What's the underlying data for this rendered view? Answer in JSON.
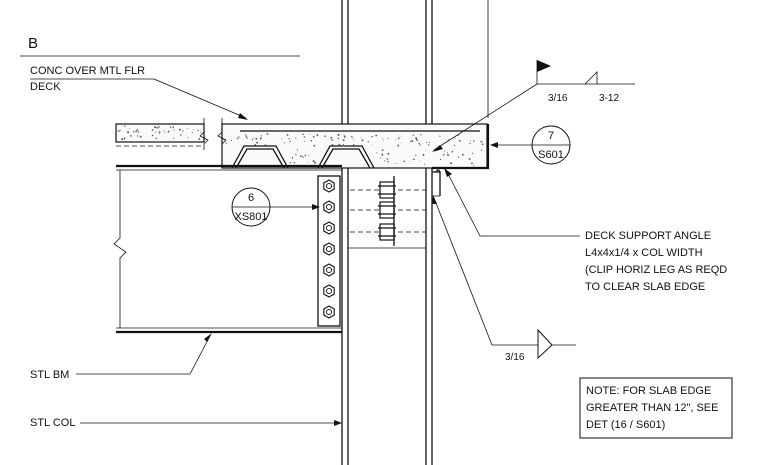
{
  "detail_letter": "B",
  "callouts": {
    "deck": [
      "CONC OVER MTL FLR",
      "DECK"
    ],
    "angle": [
      "DECK SUPPORT ANGLE",
      "L4x4x1/4 x COL WIDTH",
      "(CLIP HORIZ LEG AS REQD",
      "TO CLEAR SLAB EDGE"
    ],
    "beam": "STL BM",
    "column": "STL COL"
  },
  "weld_symbols": {
    "top": {
      "size": "3/16",
      "length_pitch": "3-12"
    },
    "bottom": {
      "size": "3/16"
    }
  },
  "section_refs": [
    {
      "number": "7",
      "sheet": "S601"
    },
    {
      "number": "6",
      "sheet": "XS801"
    }
  ],
  "note": [
    "NOTE: FOR SLAB EDGE",
    "GREATER THAN 12\", SEE",
    "DET (16 / S601)"
  ]
}
